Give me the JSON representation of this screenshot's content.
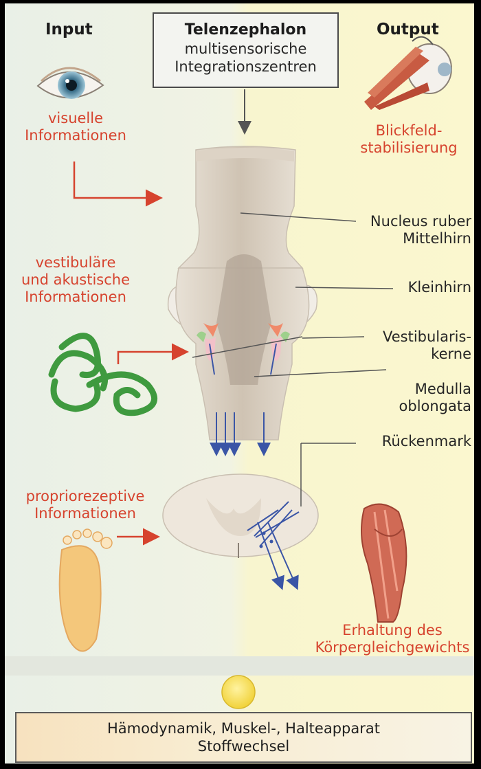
{
  "headers": {
    "input": "Input",
    "output": "Output"
  },
  "telencephalon": {
    "title": "Telenzephalon",
    "line2": "multisensorische",
    "line3": "Integrationszentren"
  },
  "inputs": {
    "visual": [
      "visuelle",
      "Informationen"
    ],
    "vestibular": [
      "vestibuläre",
      "und akustische",
      "Informationen"
    ],
    "proprio": [
      "propriorezeptive",
      "Informationen"
    ]
  },
  "outputs": {
    "gaze": [
      "Blickfeld-",
      "stabilisierung"
    ],
    "balance": [
      "Erhaltung des",
      "Körpergleichgewichts"
    ]
  },
  "labels": {
    "nucleus": [
      "Nucleus ruber",
      "Mittelhirn"
    ],
    "cerebellum": [
      "Kleinhirn"
    ],
    "vestibular_nuclei": [
      "Vestibularis-",
      "kerne"
    ],
    "medulla": [
      "Medulla",
      "oblongata"
    ],
    "spinal": [
      "Rückenmark"
    ]
  },
  "footer": {
    "line1": "Hämodynamik, Muskel-, Halteapparat",
    "line2": "Stoffwechsel"
  },
  "colors": {
    "red": "#d6432e",
    "blue": "#3a55a6",
    "tissue": "#ece4d8",
    "ear": "#3f9a3f",
    "foot": "#f4c77b",
    "muscle": "#d06a55"
  }
}
